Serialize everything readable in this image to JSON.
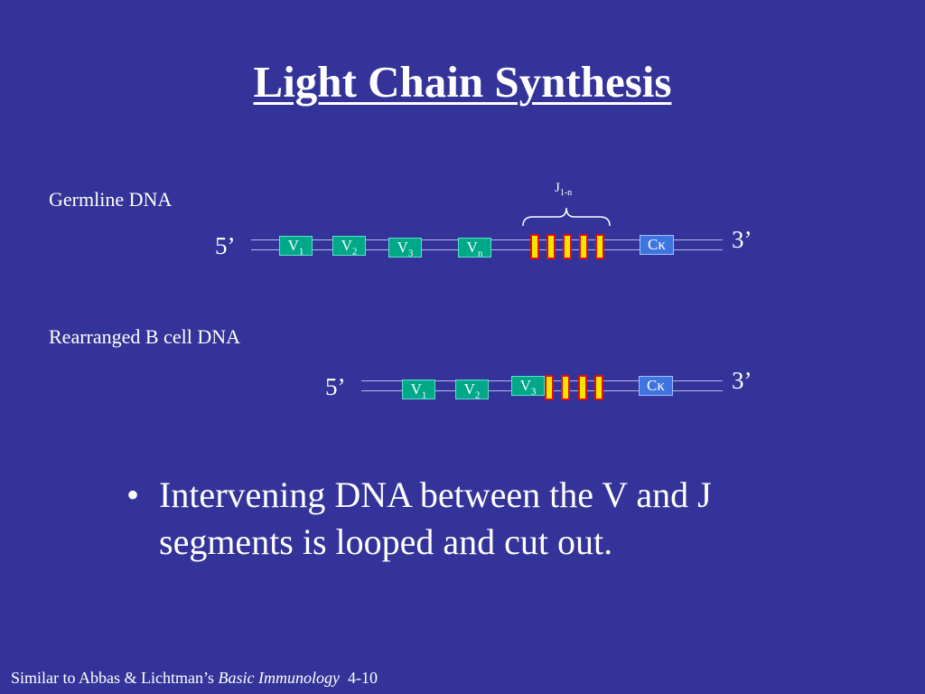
{
  "title": "Light Chain Synthesis",
  "germline": {
    "label": "Germline DNA",
    "five_prime": "5’",
    "three_prime": "3’",
    "v_segments": [
      {
        "base": "V",
        "sub": "1"
      },
      {
        "base": "V",
        "sub": "2"
      },
      {
        "base": "V",
        "sub": "3"
      },
      {
        "base": "V",
        "sub": "n"
      }
    ],
    "j_label": {
      "base": "J",
      "sub": "1-n"
    },
    "c_segment": "Cκ"
  },
  "rearranged": {
    "label": "Rearranged B cell DNA",
    "five_prime": "5’",
    "three_prime": "3’",
    "v_segments": [
      {
        "base": "V",
        "sub": "1"
      },
      {
        "base": "V",
        "sub": "2"
      },
      {
        "base": "V",
        "sub": "3"
      }
    ],
    "c_segment": "Cκ"
  },
  "bullet": {
    "marker": "•",
    "text": "Intervening DNA between the V and J segments is looped and cut out."
  },
  "footer": {
    "prefix": "Similar to Abbas & Lichtman’s ",
    "book": "Basic Immunology",
    "suffix": "  4-10"
  },
  "colors": {
    "background": "#333399",
    "v_segment": "#00a88a",
    "c_segment": "#3d74e0",
    "j_fill": "#f2e600",
    "j_border": "#e01010"
  }
}
